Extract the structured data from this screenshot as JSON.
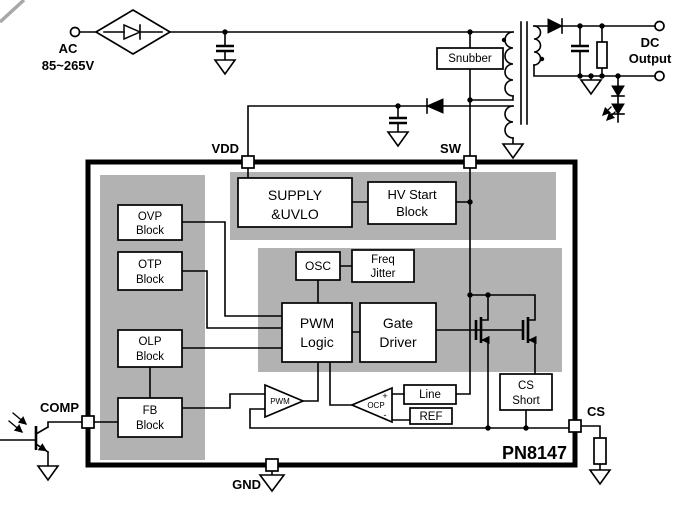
{
  "colors": {
    "panel": "#b2b2b2",
    "ink": "#000000",
    "paper": "#ffffff"
  },
  "ac_input": {
    "line1": "AC",
    "line2": "85~265V"
  },
  "dc_output": {
    "line1": "DC",
    "line2": "Output"
  },
  "snubber": {
    "label": "Snubber"
  },
  "pins": {
    "vdd": "VDD",
    "sw": "SW",
    "comp": "COMP",
    "gnd": "GND",
    "cs": "CS"
  },
  "blocks": {
    "supply_uvlo": {
      "line1": "SUPPLY",
      "line2": "&UVLO"
    },
    "hv_start": {
      "line1": "HV Start",
      "line2": "Block"
    },
    "ovp": {
      "line1": "OVP",
      "line2": "Block"
    },
    "otp": {
      "line1": "OTP",
      "line2": "Block"
    },
    "olp": {
      "line1": "OLP",
      "line2": "Block"
    },
    "fb": {
      "line1": "FB",
      "line2": "Block"
    },
    "osc": {
      "label": "OSC"
    },
    "freq_jitter": {
      "line1": "Freq",
      "line2": "Jitter"
    },
    "pwm_logic": {
      "line1": "PWM",
      "line2": "Logic"
    },
    "gate_driver": {
      "line1": "Gate",
      "line2": "Driver"
    },
    "cs_short": {
      "line1": "CS",
      "line2": "Short"
    },
    "line": {
      "label": "Line"
    },
    "ref": {
      "label": "REF"
    }
  },
  "comparators": {
    "pwm": {
      "label": "PWM"
    },
    "ocp": {
      "label": "OCP",
      "plus": "+",
      "minus": "-"
    }
  },
  "chip": {
    "part_number": "PN8147"
  }
}
